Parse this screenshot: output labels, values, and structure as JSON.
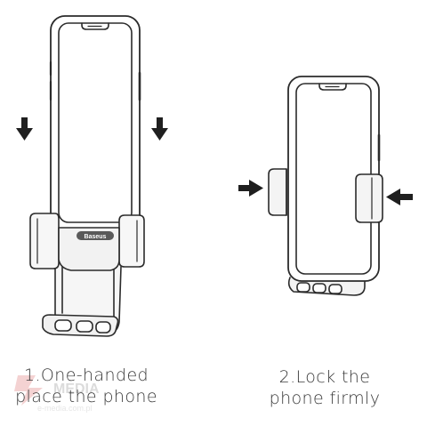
{
  "steps": [
    {
      "label_line1": "1.One-handed",
      "label_line2": "place the phone"
    },
    {
      "label_line1": "2.Lock the",
      "label_line2": "phone firmly"
    }
  ],
  "brand": {
    "logo_text": "Baseus"
  },
  "watermark": {
    "url_text": "e-media.com.pl",
    "logo_text": "MEDIA"
  },
  "colors": {
    "line": "#2b2b2b",
    "arrow": "#1f1f1f",
    "fill_light": "#f4f4f4",
    "fill_mid": "#e8e8e8",
    "caption": "#3a3a3a"
  },
  "icons": [
    "arrow-down-icon",
    "arrow-right-icon",
    "arrow-left-icon"
  ]
}
